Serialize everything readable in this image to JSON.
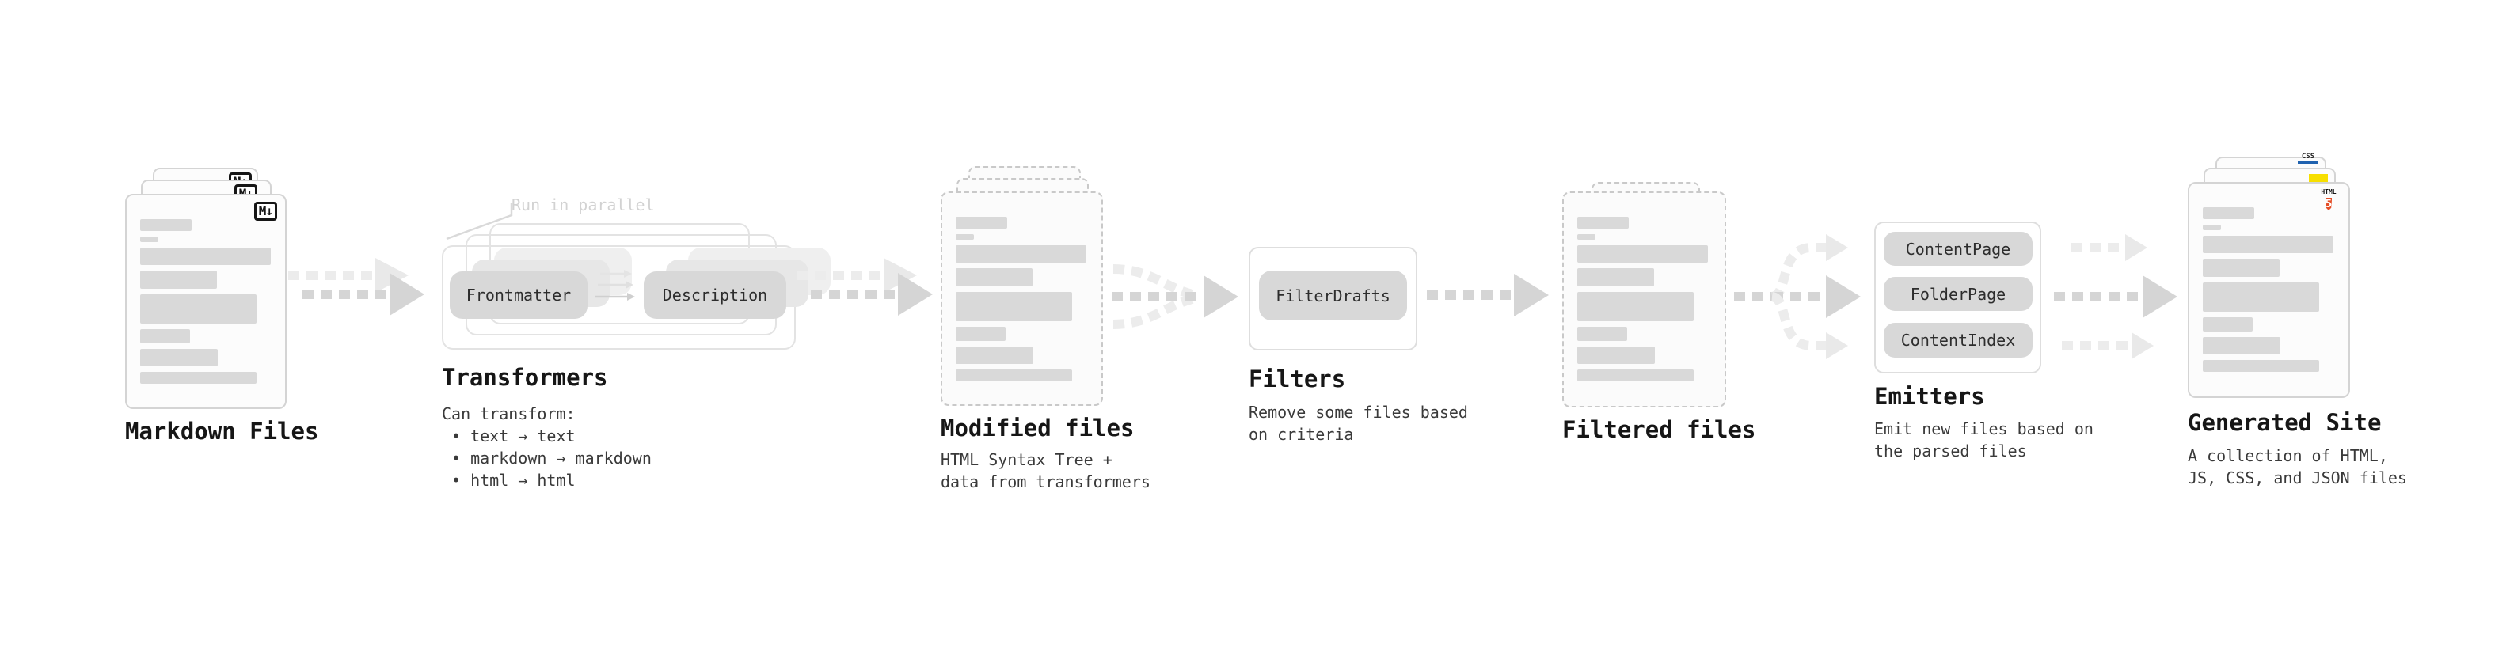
{
  "ui": {
    "bullet_char": "•"
  },
  "stages": {
    "markdown": {
      "label": "Markdown Files"
    },
    "transformers": {
      "note": "Run in parallel",
      "pill_left": "Frontmatter",
      "pill_right": "Description",
      "label": "Transformers",
      "desc_title": "Can transform:",
      "bullets": [
        "text → text",
        "markdown → markdown",
        "html → html"
      ]
    },
    "modified": {
      "label": "Modified files",
      "desc_line1": "HTML Syntax Tree +",
      "desc_line2": "data from transformers"
    },
    "filters": {
      "pill": "FilterDrafts",
      "label": "Filters",
      "desc_line1": "Remove some files based",
      "desc_line2": "on criteria"
    },
    "filtered": {
      "label": "Filtered files"
    },
    "emitters": {
      "pills": [
        "ContentPage",
        "FolderPage",
        "ContentIndex"
      ],
      "label": "Emitters",
      "desc_line1": "Emit new files based on",
      "desc_line2": "the parsed files"
    },
    "generated": {
      "label": "Generated Site",
      "desc_line1": "A collection of HTML,",
      "desc_line2": "JS, CSS, and JSON files"
    }
  },
  "icons": {
    "markdown_badge": "M↓",
    "css_badge": "CSS",
    "html5_text": "HTML",
    "html5_five": "5"
  },
  "colors": {
    "arrow_dark": "#d5d5d5",
    "arrow_light": "#ececec",
    "pill_bg": "#d8d8d8",
    "skeleton": "#d9d9d9",
    "js_yellow": "#f7df00",
    "html5_orange": "#e44d26",
    "css_blue": "#2062af"
  }
}
